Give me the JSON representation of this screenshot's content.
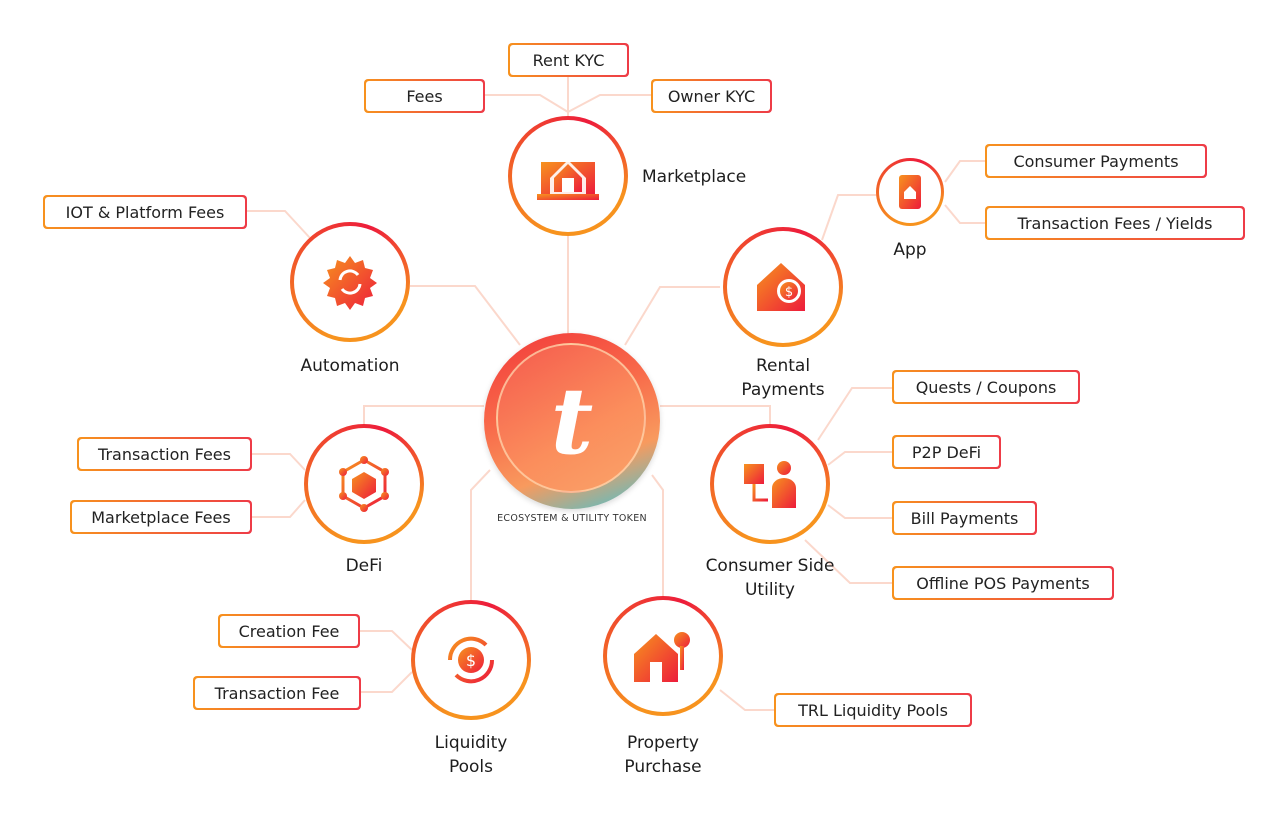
{
  "center": {
    "title": "ECOSYSTEM & UTILITY TOKEN",
    "glyph": "t"
  },
  "nodes": {
    "marketplace": "Marketplace",
    "automation": "Automation",
    "rental_1": "Rental",
    "rental_2": "Payments",
    "app": "App",
    "defi": "DeFi",
    "consumer_1": "Consumer Side",
    "consumer_2": "Utility",
    "liquidity_1": "Liquidity",
    "liquidity_2": "Pools",
    "property_1": "Property",
    "property_2": "Purchase"
  },
  "boxes": {
    "rent_kyc": "Rent KYC",
    "fees": "Fees",
    "owner_kyc": "Owner KYC",
    "iot": "IOT & Platform Fees",
    "consumer_payments": "Consumer Payments",
    "tx_fees_yields": "Transaction Fees / Yields",
    "quests": "Quests / Coupons",
    "p2p": "P2P DeFi",
    "bill": "Bill Payments",
    "offline": "Offline POS Payments",
    "tx_fees": "Transaction Fees",
    "market_fees": "Marketplace Fees",
    "creation_fee": "Creation Fee",
    "tx_fee": "Transaction Fee",
    "trl": "TRL Liquidity Pools"
  },
  "colors": {
    "accent_orange": "#f7921e",
    "accent_red": "#ee3b47",
    "line": "#fbd8cc"
  }
}
